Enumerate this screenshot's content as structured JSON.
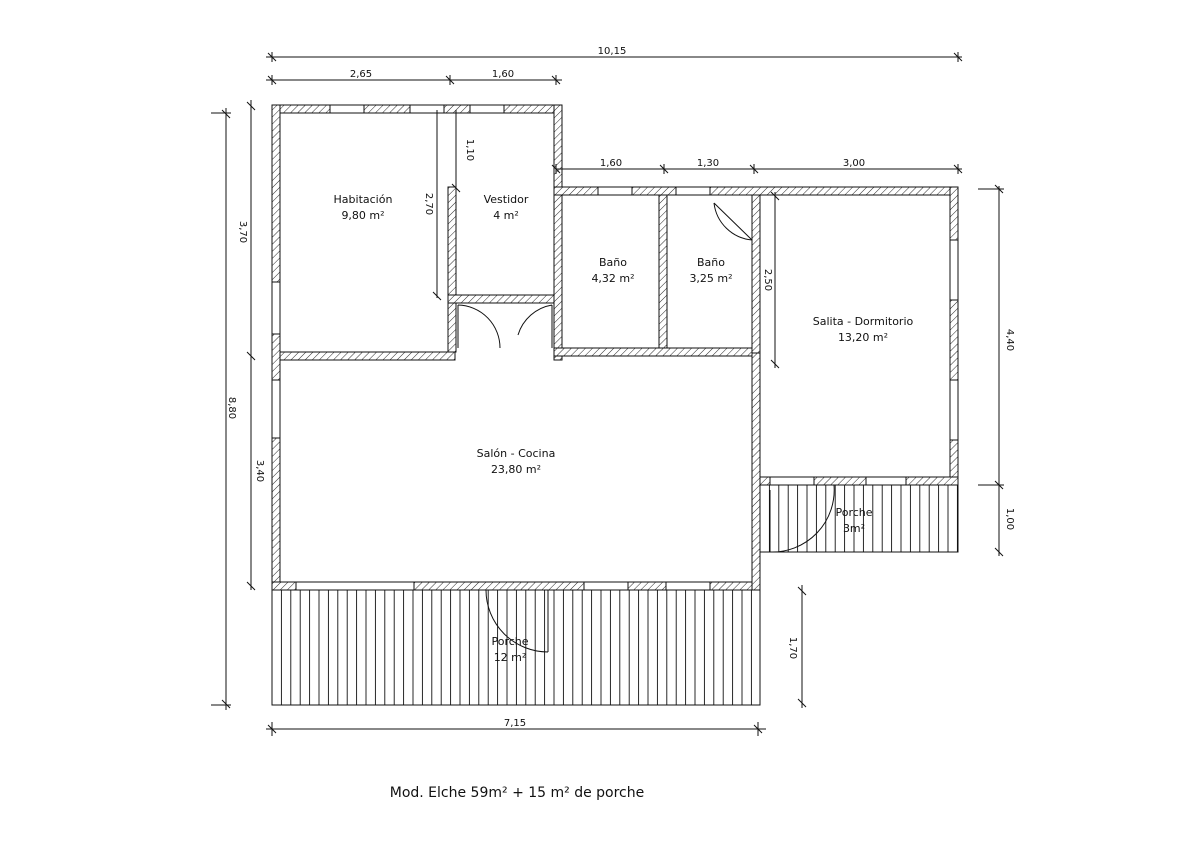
{
  "plan": {
    "caption": "Mod. Elche 59m² + 15 m² de porche",
    "rooms": [
      {
        "id": "habitacion",
        "name": "Habitación",
        "area": "9,80 m²"
      },
      {
        "id": "vestidor",
        "name": "Vestidor",
        "area": "4 m²"
      },
      {
        "id": "bano1",
        "name": "Baño",
        "area": "4,32 m²"
      },
      {
        "id": "bano2",
        "name": "Baño",
        "area": "3,25 m²"
      },
      {
        "id": "salita",
        "name": "Salita - Dormitorio",
        "area": "13,20 m²"
      },
      {
        "id": "salon",
        "name": "Salón - Cocina",
        "area": "23,80 m²"
      },
      {
        "id": "porche-front",
        "name": "Porche",
        "area": "12 m²"
      },
      {
        "id": "porche-side",
        "name": "Porche",
        "area": "3m²"
      }
    ],
    "dimensions": {
      "total_width": "10,15",
      "top_left": "2,65",
      "top_mid": "1,60",
      "right_a": "1,60",
      "right_b": "1,30",
      "right_c": "3,00",
      "vestidor_h": "1,10",
      "habitacion_h": "2,70",
      "left_upper": "3,70",
      "left_total": "8,80",
      "left_lower": "3,40",
      "salita_h": "2,50",
      "right_upper": "4,40",
      "right_lower": "1,00",
      "porch_depth": "1,70",
      "bottom_width": "7,15"
    }
  }
}
